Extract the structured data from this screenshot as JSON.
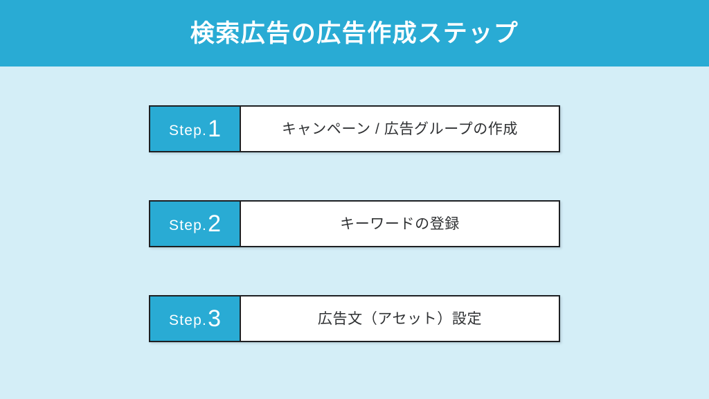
{
  "slide": {
    "background_color": "#d4eef7",
    "accent_color": "#29abd4",
    "border_color": "#1d1f22",
    "text_color": "#2f3133"
  },
  "header": {
    "title": "検索広告の広告作成ステップ",
    "background_color": "#29abd4",
    "text_color": "#ffffff"
  },
  "steps": [
    {
      "step_word": "Step.",
      "number": "1",
      "label": "キャンペーン / 広告グループの作成"
    },
    {
      "step_word": "Step.",
      "number": "2",
      "label": "キーワードの登録"
    },
    {
      "step_word": "Step.",
      "number": "3",
      "label": "広告文（アセット）設定"
    }
  ]
}
